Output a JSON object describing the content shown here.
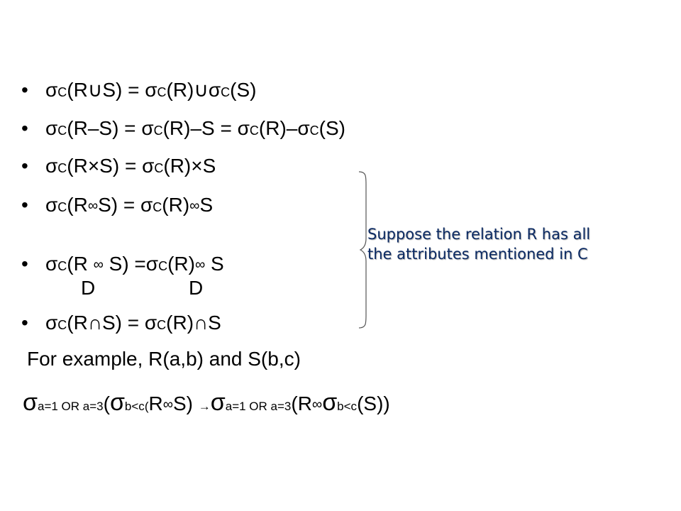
{
  "slide": {
    "bullet_char": "•",
    "sigma": "σ",
    "cond": "C",
    "join_sym": "∞",
    "rules": [
      {
        "a": "(R∪S) = ",
        "b": "(R)∪",
        "c": "(S)"
      },
      {
        "a": "(R–S) = ",
        "b": "(R)–S = ",
        "c": "(R)–",
        "d": "(S)"
      },
      {
        "a": "(R×S) = ",
        "b": "(R)×S"
      },
      {
        "a": "(R",
        "b": "S) = ",
        "c": "(R)",
        "d": "S"
      },
      {
        "a": "(R ",
        "b": " S) =",
        "c": "(R)",
        "d": " S",
        "under": "D"
      },
      {
        "a": "(R∩S) = ",
        "b": "(R)∩S"
      }
    ],
    "note_lines": [
      "Suppose the relation R has all",
      "the attributes mentioned in C"
    ],
    "example": "For example, R(a,b) and S(b,c)",
    "formula": {
      "sub1": "a=1 OR a=3",
      "open": "(",
      "sub2": "b<c",
      "inner_open": "(",
      "r": "R",
      "s_close": "S) ",
      "arrow": "→",
      "sub3": "a=1 OR a=3",
      "open2": "(R",
      "sub4": "b<c",
      "tail": "(S))"
    }
  }
}
